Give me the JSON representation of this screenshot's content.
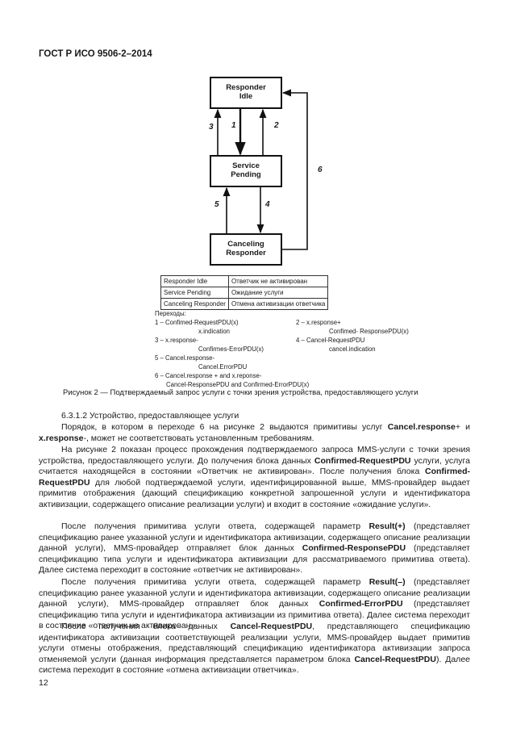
{
  "header": "ГОСТ Р ИСО 9506-2–2014",
  "diagram": {
    "boxes": {
      "idle": [
        "Responder",
        "Idle"
      ],
      "pending": [
        "Service",
        "Pending"
      ],
      "canceling": [
        "Canceling",
        "Responder"
      ]
    },
    "arrows": [
      "1",
      "2",
      "3",
      "4",
      "5",
      "6"
    ]
  },
  "legend": [
    [
      "Responder Idle",
      "Ответчик не активирован"
    ],
    [
      "Service Pending",
      "Ожидание услуги"
    ],
    [
      "Canceling Responder",
      "Отмена активизации ответчика"
    ]
  ],
  "transitions": {
    "title": "Переходы:",
    "left": [
      "1 – Confimed-RequestPDU(x)",
      "x.indication",
      "3 – x.response-",
      "Confirmes-ErrorPDU(x)",
      "5 – Cancel.response-",
      "Cancel.ErrorPDU",
      "6 – Cancel.response + and x.reponse-",
      "Cancel-ResponsePDU and Confirmed-ErrorPDU(x)"
    ],
    "right": [
      "2 – x.response+",
      "Confimed- ResponsePDU(x)",
      "4 – Cancel-RequestPDU",
      "cancel.indication"
    ]
  },
  "caption": "Рисунок 2 — Подтверждаемый запрос услуги с точки зрения устройства, предоставляющего услуги",
  "section_heading": "6.3.1.2 Устройство, предоставляющее услуги",
  "paragraphs": [
    [
      {
        "t": "Порядок, в котором в переходе 6 на рисунке 2 выдаются примитивы услуг "
      },
      {
        "t": "Cancel.response",
        "b": true
      },
      {
        "t": "+ и "
      },
      {
        "t": "x.response",
        "b": true
      },
      {
        "t": "-, может не соответствовать установленным требованиям."
      }
    ],
    [
      {
        "t": "На рисунке 2 показан процесс прохождения подтверждаемого запроса MMS-услуги с точки зрения устройства, предоставляющего услуги. До получения блока данных "
      },
      {
        "t": "Confirmed-RequestPDU",
        "b": true
      },
      {
        "t": " услуги, услуга считается находящейся в состоянии «Ответчик не активирован». После получения блока "
      },
      {
        "t": "Confirmed-RequestPDU",
        "b": true
      },
      {
        "t": " для любой подтверждаемой услуги, идентифицированной выше, MMS-провайдер выдает примитив отображения (дающий спецификацию конкретной запрошенной услуги и идентификатора активизации, содержащего описание реализации услуги) и входит в состояние «ожидание услуги»."
      }
    ],
    [
      {
        "t": "После получения примитива услуги ответа, содержащей параметр "
      },
      {
        "t": "Result(+)",
        "b": true
      },
      {
        "t": " (представляет спецификацию ранее указанной услуги и идентификатора активизации, содержащего описание реализации данной услуги), MMS-провайдер отправляет блок данных "
      },
      {
        "t": "Confirmed-ResponsePDU",
        "b": true
      },
      {
        "t": " (представляет спецификацию типа услуги и идентификатора активизации для рассматриваемого примитива ответа). Далее система переходит в состояние «ответчик не активирован»."
      }
    ],
    [
      {
        "t": "После получения примитива услуги ответа, содержащей параметр "
      },
      {
        "t": "Result(–)",
        "b": true
      },
      {
        "t": " (представляет спецификацию ранее указанной услуги и идентификатора активизации, содержащего описание реализации данной услуги), MMS-провайдер отправляет блок данных "
      },
      {
        "t": "Confirmed-ErrorPDU",
        "b": true
      },
      {
        "t": " (представляет спецификацию типа услуги и идентификатора активизации из примитива ответа). Далее система переходит в состояние «ответчик не активирован»."
      }
    ],
    [
      {
        "t": "После получения блока данных "
      },
      {
        "t": "Cancel-RequestPDU",
        "b": true
      },
      {
        "t": ", представляющего спецификацию идентификатора активизации соответствующей реализации услуги, MMS-провайдер выдает примитив услуги отмены отображения, представляющий спецификацию идентификатора активизации запроса отменяемой услуги (данная информация представляется параметром блока "
      },
      {
        "t": "Cancel-RequestPDU",
        "b": true
      },
      {
        "t": "). Далее система переходит в состояние «отмена активизации ответчика»."
      }
    ]
  ],
  "page_number": "12"
}
